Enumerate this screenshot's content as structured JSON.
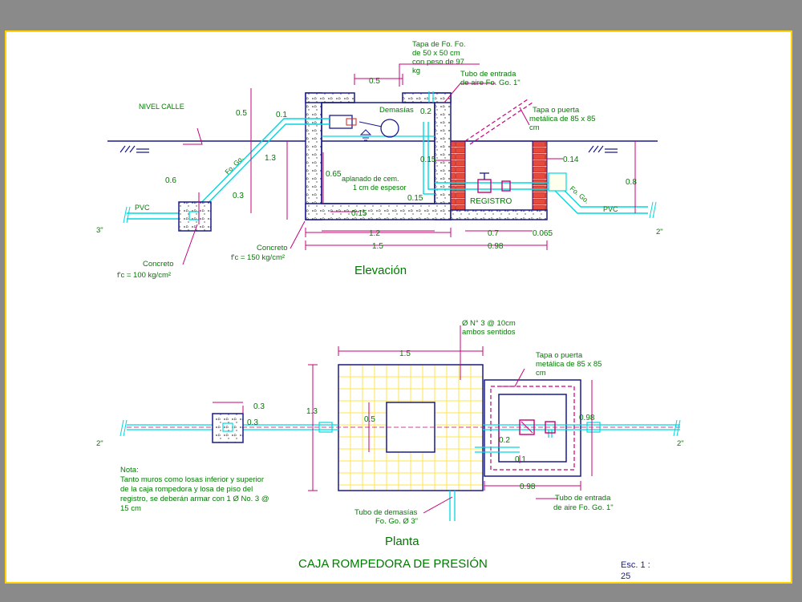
{
  "title": "CAJA ROMPEDORA DE PRESIÓN",
  "scale": {
    "line1": "Esc. 1 :",
    "line2": "25"
  },
  "views": {
    "elevation": "Elevación",
    "plan": "Planta"
  },
  "elevation": {
    "nivel_calle": "NIVEL CALLE",
    "tapa_1": "Tapa de Fo. Fo.",
    "tapa_2": "de 50 x 50 cm",
    "tapa_3": "con peso de 97",
    "tapa_4": "kg",
    "tubo_aire_1": "Tubo de entrada",
    "tubo_aire_2": "de aire Fo. Go. 1\"",
    "demasias": "Demasías",
    "tapa_puerta_1": "Tapa o puerta",
    "tapa_puerta_2": "metálica de 85 x 85",
    "tapa_puerta_3": "cm",
    "aplanado_1": "aplanado de cem.",
    "aplanado_2": "1 cm de espesor",
    "registro": "REGISTRO",
    "fo_go_left": "Fo. Go.",
    "fo_go_right": "Fo. Go.",
    "pvc_left": "PVC",
    "pvc_right": "PVC",
    "pipe_left": "3\"",
    "pipe_right": "2\"",
    "concreto_1a": "Concreto",
    "concreto_1b": "f'c = 100 kg/cm²",
    "concreto_2a": "Concreto",
    "concreto_2b": "f'c = 150 kg/cm²",
    "dims": {
      "d05_top": "0.5",
      "d05_left": "0.5",
      "d01": "0.1",
      "d02": "0.2",
      "d13": "1.3",
      "d06": "0.6",
      "d03": "0.3",
      "d065": "0.65",
      "d015a": "0.15",
      "d015b": "0.15",
      "d015c": "0.15",
      "d014": "0.14",
      "d08": "0.8",
      "d12": "1.2",
      "d07": "0.7",
      "d0065": "0.065",
      "d15": "1.5",
      "d098": "0.98"
    }
  },
  "plan": {
    "refuerzo_1": "Ø N° 3 @ 10cm",
    "refuerzo_2": "ambos sentidos",
    "tapa_1": "Tapa o puerta",
    "tapa_2": "metálica de 85 x 85",
    "tapa_3": "cm",
    "tubo_dem_1": "Tubo de demasías",
    "tubo_dem_2": "Fo. Go. Ø 3\"",
    "tubo_aire_1": "Tubo de entrada",
    "tubo_aire_2": "de aire Fo. Go. 1\"",
    "pipe_left": "2\"",
    "pipe_right": "2\"",
    "dims": {
      "d15": "1.5",
      "d13": "1.3",
      "d05": "0.5",
      "d03a": "0.3",
      "d03b": "0.3",
      "d098a": "0.98",
      "d098b": "0.98",
      "d02": "0.2",
      "d01": "0.1"
    }
  },
  "note": {
    "n0": "Nota:",
    "n1": "Tanto muros como losas inferior y superior",
    "n2": "de la caja rompedora y losa de piso del",
    "n3": "registro, se deberán armar con 1 Ø No. 3 @",
    "n4": "15 cm"
  },
  "colors": {
    "wall": "#1a1a8c",
    "pipe": "#00d8e0",
    "dimension": "#c8007a",
    "text": "#007a00",
    "brick": "#d02020",
    "grid": "#ffe96a"
  }
}
